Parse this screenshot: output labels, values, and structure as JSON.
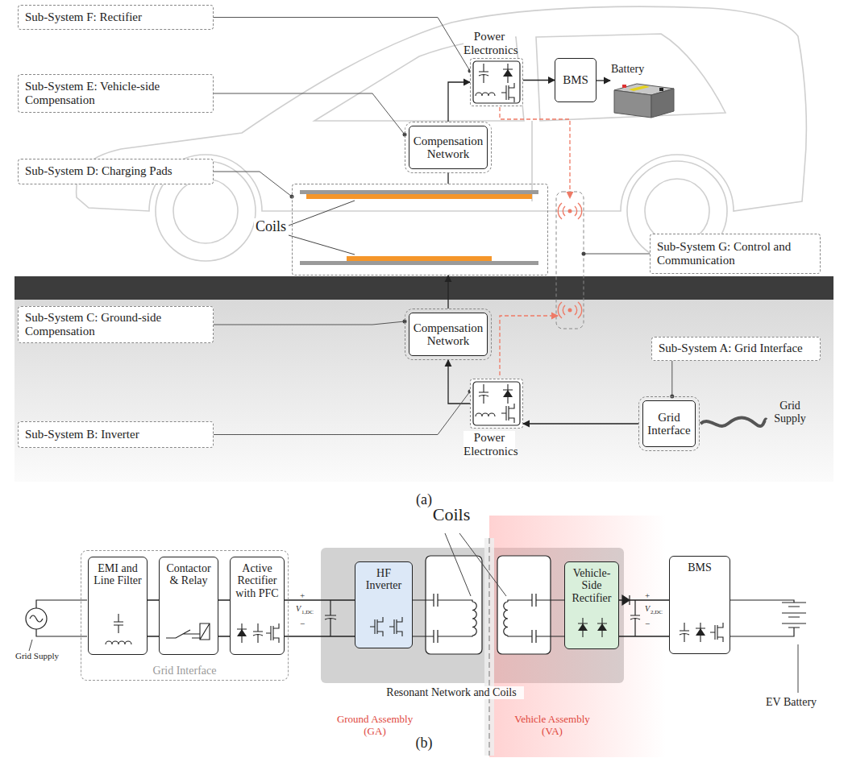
{
  "diagram": {
    "nodes": [
      {
        "text": [
          "Sub-System F: Rectifier"
        ]
      },
      {
        "text": [
          "Sub-System E: Vehicle-side Compensation"
        ]
      },
      {
        "text": [
          "Sub-System D: Charging Pads"
        ]
      },
      {
        "text": [
          "Power Electronics"
        ]
      },
      {
        "text": [
          "BMS"
        ]
      },
      {
        "text": [
          "Compensation Network"
        ]
      },
      {
        "text": [
          "Coils"
        ]
      },
      {
        "text": [
          "Sub-System G: Control and Communication"
        ]
      },
      {
        "text": [
          "Sub-System C: Ground-side Compensation"
        ]
      },
      {
        "text": [
          "Compensation Network"
        ]
      },
      {
        "text": [
          "Sub-System A: Grid Interface"
        ]
      },
      {
        "text": [
          "Grid Interface"
        ]
      },
      {
        "text": [
          "Power Electronics"
        ]
      },
      {
        "text": [
          "Sub-System B: Inverter"
        ]
      },
      {
        "text": [
          "Grid Interface"
        ]
      },
      {
        "text": [
          "EMI and Line Filter"
        ],
        "in": 14
      },
      {
        "text": [
          "Contactor & Relay"
        ],
        "in": 14
      },
      {
        "text": [
          "Active Rectifier with PFC"
        ],
        "in": 14
      },
      {
        "text": [
          "HF Inverter"
        ]
      },
      {
        "text": [
          "Vehicle-Side Rectifier"
        ]
      },
      {
        "text": [
          "BMS"
        ]
      }
    ],
    "edges": [
      {
        "from": 12,
        "to": 9,
        "arrow": "to"
      },
      {
        "from": 9,
        "to": 6,
        "arrow": "to"
      },
      {
        "from": 6,
        "to": 5,
        "arrow": "none"
      },
      {
        "from": 5,
        "to": 3,
        "arrow": "to"
      },
      {
        "from": 3,
        "to": 4,
        "arrow": "to"
      },
      {
        "from": 11,
        "to": 12,
        "arrow": "to"
      },
      {
        "from": 0,
        "to": 3,
        "arrow": "none"
      },
      {
        "from": 1,
        "to": 5,
        "arrow": "none"
      },
      {
        "from": 2,
        "to": 6,
        "arrow": "none"
      },
      {
        "from": 8,
        "to": 9,
        "arrow": "none"
      },
      {
        "from": 13,
        "to": 12,
        "arrow": "none"
      },
      {
        "from": 10,
        "to": 11,
        "arrow": "none"
      },
      {
        "from": 15,
        "to": 16,
        "arrow": "none"
      },
      {
        "from": 16,
        "to": 17,
        "arrow": "none"
      },
      {
        "from": 17,
        "to": 18,
        "arrow": "none"
      },
      {
        "from": 19,
        "to": 20,
        "arrow": "none"
      }
    ],
    "labels": [
      "Battery",
      "Grid Supply",
      "(a)",
      "Grid Supply",
      "+",
      "−",
      "V",
      "1,DC",
      "Coils",
      "Resonant Network and Coils",
      "Ground Assembly (GA)",
      "Vehicle Assembly (VA)",
      "+",
      "−",
      "V",
      "2,DC",
      "EV Battery",
      "(b)"
    ]
  }
}
